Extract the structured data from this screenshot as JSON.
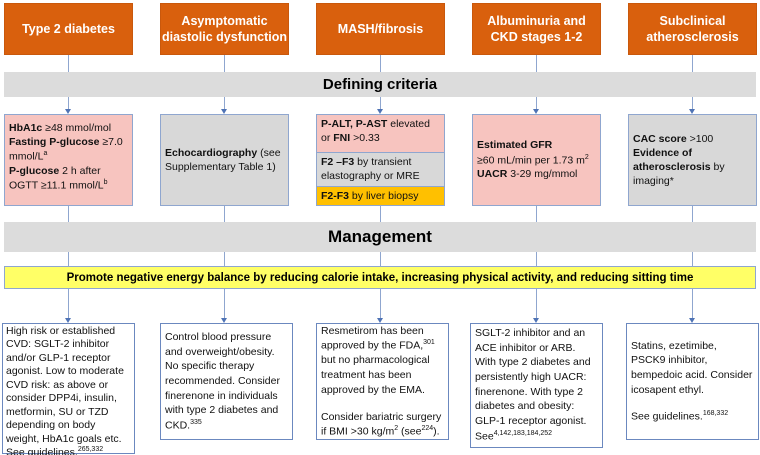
{
  "headers": [
    "Type 2 diabetes",
    "Asymptomatic diastolic dysfunction",
    "MASH/fibrosis",
    "Albuminuria and CKD stages 1-2",
    "Subclinical atherosclerosis"
  ],
  "defining_criteria": "Defining criteria",
  "management": "Management",
  "promote": "Promote negative energy balance by reducing calorie intake, increasing physical activity, and reducing sitting time",
  "criteria": {
    "t2d": {
      "b1": "HbA1c",
      "t1": " ≥48 mmol/mol",
      "b2": "Fasting P-glucose",
      "t2": " ≥7.0 mmol/L",
      "s2": "a",
      "b3": "P-glucose",
      "t3": " 2 h after OGTT ≥11.1 mmol/L",
      "s3": "b"
    },
    "echo": {
      "b1": "Echocardiography",
      "t1": " (see Supplementary Table 1)"
    },
    "mash": {
      "b1": "P-ALT, P-AST",
      "t1": " elevated or ",
      "b1b": "FNI",
      "t1b": " >0.33",
      "b2": "F2 –F3",
      "t2": " by transient elastography or MRE",
      "b3": "F2-F3",
      "t3": " by liver biopsy"
    },
    "ckd": {
      "b1": "Estimated GFR",
      "t1": "≥60 mL/min per 1.73 m",
      "s1": "2",
      "b2": "UACR",
      "t2": " 3-29 mg/mmol"
    },
    "ath": {
      "b1": "CAC score",
      "t1": " >100",
      "b2": "Evidence of atherosclerosis",
      "t2": " by imaging*"
    }
  },
  "mgmt": {
    "t2d": {
      "text": "High risk or established CVD: SGLT-2 inhibitor and/or GLP-1 receptor agonist. Low to moderate CVD risk: as above or consider DPP4i, insulin, metformin, SU or TZD depending on body weight, HbA1c goals etc.",
      "see": "See guidelines.",
      "ref": "265,332"
    },
    "dd": {
      "text": "Control blood pressure and overweight/obesity. No specific therapy recommended. Consider finerenone in individuals with type 2 diabetes and CKD.",
      "ref": "335"
    },
    "mash": {
      "t1": "Resmetirom has been approved by the FDA,",
      "r1": "301",
      "t2": " but no pharmacological treatment has been approved by the EMA.",
      "t3": "Consider bariatric surgery if BMI >30 kg/m",
      "s3": "2",
      "t4": " (see",
      "r4": "224",
      "t5": ")."
    },
    "ckd": {
      "text": "SGLT-2 inhibitor and an ACE inhibitor or ARB. With type 2 diabetes and persistently high UACR: finerenone. With type 2 diabetes and obesity: GLP-1 receptor agonist.",
      "see": "See",
      "ref": "4,142,183,184,252"
    },
    "ath": {
      "t1": "Statins, ezetimibe, PSCK9 inhibitor, bempedoic acid. Consider icosapent ethyl.",
      "see": "See guidelines.",
      "ref": "168,332"
    }
  },
  "colors": {
    "header": "#d9600d",
    "pink": "#f7c4bf",
    "gray": "#d8d8d8",
    "yellow": "#ffff66",
    "gold": "#ffc000"
  }
}
